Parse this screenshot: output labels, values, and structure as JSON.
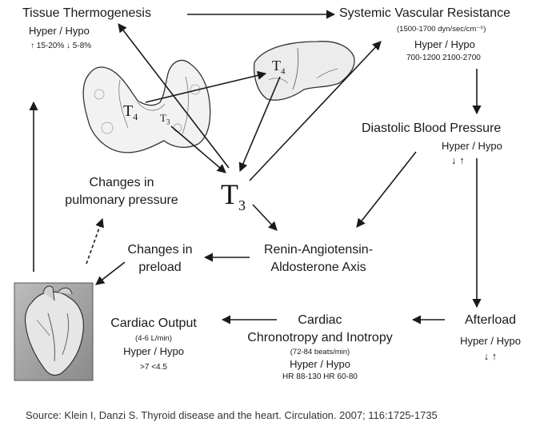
{
  "tissue_thermogenesis": {
    "title": "Tissue Thermogenesis",
    "legend": "Hyper  / Hypo",
    "values": "↑ 15-20%  ↓ 5-8%"
  },
  "systemic_vascular_resistance": {
    "title": "Systemic Vascular Resistance",
    "unit": "(1500-1700 dyn/sec/cm⁻⁵)",
    "legend": "Hyper  /  Hypo",
    "values": "700-1200   2100-2700"
  },
  "diastolic_bp": {
    "title": "Diastolic Blood Pressure",
    "legend": "Hyper  / Hypo",
    "values": "↓          ↑"
  },
  "pulmonary": {
    "line1": "Changes in",
    "line2": "pulmonary pressure"
  },
  "t3": {
    "base": "T",
    "sub": "3"
  },
  "thyroid_labels": {
    "t4": "T",
    "t4_sub": "4",
    "t3": "T",
    "t3_sub": "3"
  },
  "liver_labels": {
    "t4": "T",
    "t4_sub": "4"
  },
  "preload": {
    "line1": "Changes in",
    "line2": "preload"
  },
  "raas": {
    "line1": "Renin-Angiotensin-",
    "line2": "Aldosterone Axis"
  },
  "cardiac_output": {
    "title": "Cardiac Output",
    "unit": "(4-6 L/min)",
    "legend": "Hyper / Hypo",
    "values": ">7         <4.5"
  },
  "chronotropy": {
    "line1": "Cardiac",
    "line2": "Chronotropy and Inotropy",
    "unit": "(72-84 beats/min)",
    "legend": "Hyper  /  Hypo",
    "values": "HR 88-130    HR 60-80"
  },
  "afterload": {
    "title": "Afterload",
    "legend": "Hyper  /  Hypo",
    "values": "↓          ↑"
  },
  "source": "Source: Klein I, Danzi S. Thyroid disease and the heart. Circulation. 2007; 116:1725-1735"
}
